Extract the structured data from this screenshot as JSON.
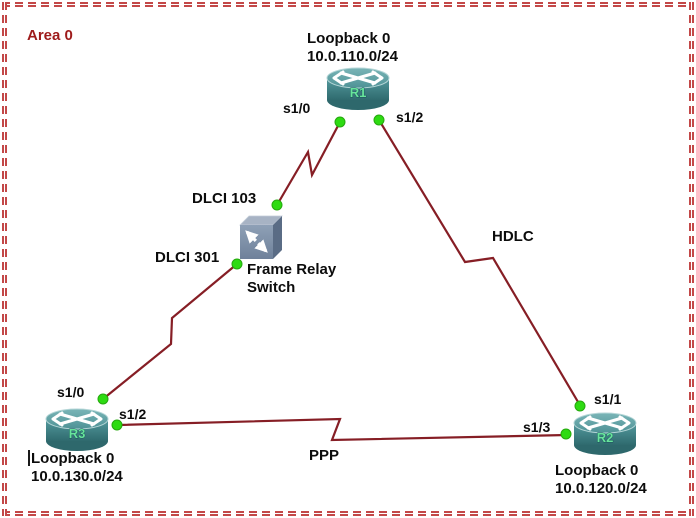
{
  "area": {
    "label": "Area 0"
  },
  "nodes": {
    "r1": {
      "label": "R1",
      "loopback_line1": "Loopback 0",
      "loopback_line2": "10.0.110.0/24",
      "iface_left": "s1/0",
      "iface_right": "s1/2"
    },
    "r2": {
      "label": "R2",
      "loopback_line1": "Loopback 0",
      "loopback_line2": "10.0.120.0/24",
      "iface_top": "s1/1",
      "iface_left": "s1/3"
    },
    "r3": {
      "label": "R3",
      "loopback_line1": "Loopback 0",
      "loopback_line2": "10.0.130.0/24",
      "iface_top": "s1/0",
      "iface_right": "s1/2"
    },
    "frame_relay": {
      "label_line1": "Frame Relay",
      "label_line2": "Switch",
      "dlci_top": "DLCI 103",
      "dlci_bottom": "DLCI 301"
    }
  },
  "links": {
    "hdlc_label": "HDLC",
    "ppp_label": "PPP"
  },
  "colors": {
    "background": "#ffffff",
    "frame_border": "#c34848",
    "link_line": "#861e25",
    "connector_dot": "#2edb12",
    "area_label_text": "#9e1b1b",
    "label_text": "#0c0c0c",
    "router_body": "#4e9296",
    "router_name_text": "#68e49c",
    "switch_body": "#8799af"
  }
}
